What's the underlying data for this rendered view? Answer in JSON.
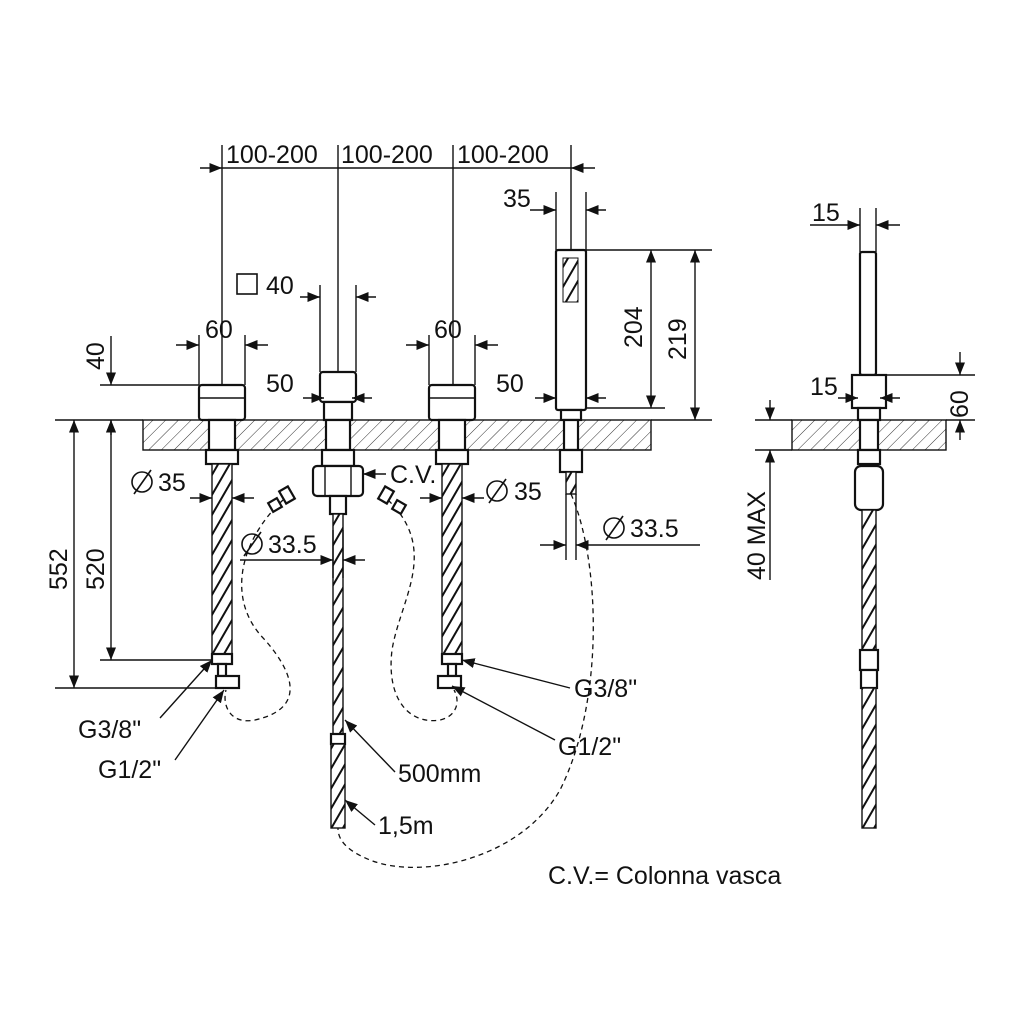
{
  "dimensions": {
    "spacing_1": "100-200",
    "spacing_2": "100-200",
    "spacing_3": "100-200",
    "handshower_width": "35",
    "square_spout": "40",
    "handle_left_width": "60",
    "handle_right_width": "60",
    "base_left": "50",
    "base_right": "50",
    "handle_height": "40",
    "handshower_length": "204",
    "handshower_total": "219",
    "dia_left": "35",
    "dia_right": "35",
    "dia_center": "33.5",
    "dia_handshower": "33.5",
    "height_total": "552",
    "height_hose": "520",
    "side_width_top": "15",
    "side_width_base": "15",
    "side_height": "60",
    "deck_max": "40 MAX"
  },
  "labels": {
    "cv_marker": "C.V.",
    "thread_left_small": "G3/8\"",
    "thread_left_large": "G1/2\"",
    "thread_right_small": "G3/8\"",
    "thread_right_large": "G1/2\"",
    "hose_length_short": "500mm",
    "hose_length_long": "1,5m"
  },
  "legend": {
    "text": "C.V.= Colonna vasca"
  },
  "symbols": {
    "diameter": "diameter-symbol",
    "square": "square-symbol"
  }
}
